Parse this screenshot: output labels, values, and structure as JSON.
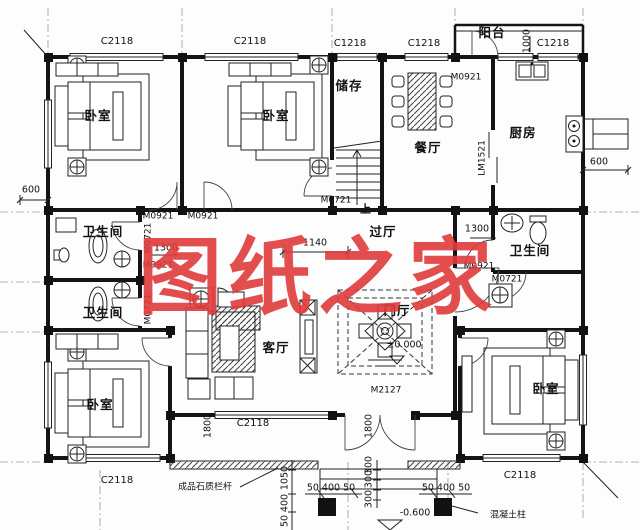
{
  "watermark": {
    "text": "图纸之家",
    "color": "#e03a3a"
  },
  "rooms": {
    "bedroom_tl": "卧室",
    "bedroom_tm": "卧室",
    "storage": "储存",
    "balcony": "阳台",
    "dining": "餐厅",
    "kitchen": "厨房",
    "bath_l1": "卫生间",
    "bath_l2": "卫生间",
    "bath_r": "卫生间",
    "hall": "过厅",
    "foyer": "门厅",
    "living": "客厅",
    "bedroom_bl": "卧室",
    "bedroom_br": "卧室"
  },
  "windows": {
    "w1": "C2118",
    "w2": "C2118",
    "w3": "C1218",
    "w4": "C1218",
    "w5": "C1218",
    "w6": "C2118",
    "w7": "C2118",
    "w8": "C2118"
  },
  "doors": {
    "balcony_door": "M0921",
    "kitchen_slider": "LM1521",
    "bed_tl_door": "M0921",
    "bed_tm_door": "M0921",
    "bath_l1_door": "M0721",
    "hall_door_l": "M0921",
    "bath_l2_door": "M0721",
    "stair_door": "M0721",
    "hall_door_r": "M0921",
    "bath_r_door": "M0721",
    "entry_door": "M2127"
  },
  "dims": {
    "left_600": "600",
    "right_600": "600",
    "balcony_1000": "1000",
    "left_1300": "1300",
    "right_1300": "1300",
    "hall_1140": "1140",
    "porch_1800_l": "1800",
    "porch_1800_c": "1800",
    "step_1050": "1050",
    "step_400": "400",
    "step_50": "50",
    "col_dims_l": "50 400 50",
    "col_dims_r": "50 400 50",
    "step_300a": "300",
    "step_300b": "300",
    "step_300c": "300"
  },
  "levels": {
    "zero": "±0.000",
    "minus": "-0.600"
  },
  "notes": {
    "railing": "成品石质栏杆",
    "column": "混凝土柱",
    "stairs_up": "上"
  }
}
